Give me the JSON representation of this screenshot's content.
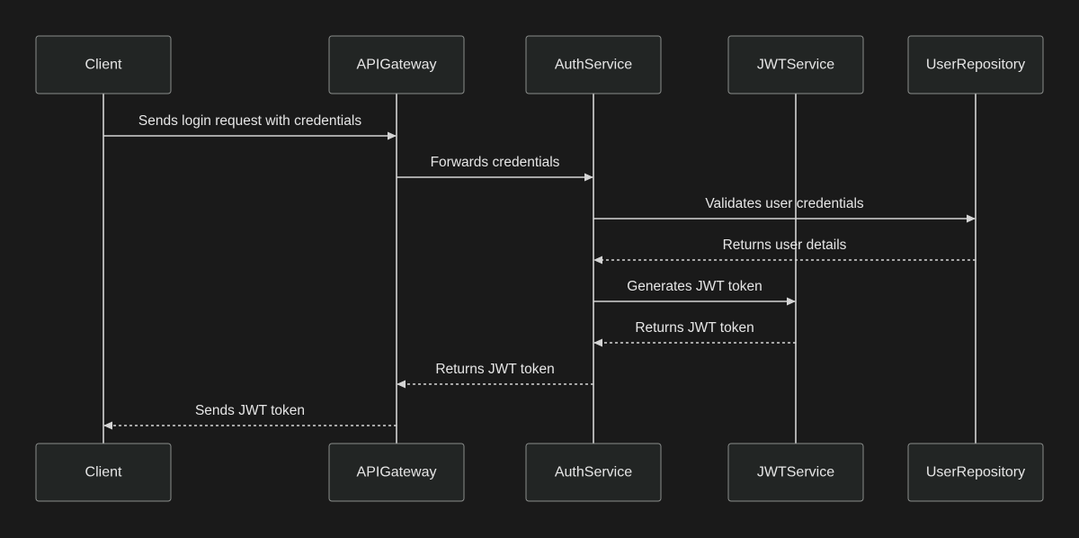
{
  "colors": {
    "background": "#1a1a1a",
    "actor_fill": "#222524",
    "actor_stroke": "#8a8d8b",
    "line": "#d4d4d4",
    "text": "#e6e6e6"
  },
  "participants": [
    {
      "id": "client",
      "label": "Client"
    },
    {
      "id": "apigateway",
      "label": "APIGateway"
    },
    {
      "id": "authservice",
      "label": "AuthService"
    },
    {
      "id": "jwtservice",
      "label": "JWTService"
    },
    {
      "id": "userrepository",
      "label": "UserRepository"
    }
  ],
  "messages": [
    {
      "from": "client",
      "to": "apigateway",
      "label": "Sends login request with credentials",
      "style": "solid"
    },
    {
      "from": "apigateway",
      "to": "authservice",
      "label": "Forwards credentials",
      "style": "solid"
    },
    {
      "from": "authservice",
      "to": "userrepository",
      "label": "Validates user credentials",
      "style": "solid"
    },
    {
      "from": "userrepository",
      "to": "authservice",
      "label": "Returns user details",
      "style": "dashed"
    },
    {
      "from": "authservice",
      "to": "jwtservice",
      "label": "Generates JWT token",
      "style": "solid"
    },
    {
      "from": "jwtservice",
      "to": "authservice",
      "label": "Returns JWT token",
      "style": "dashed"
    },
    {
      "from": "authservice",
      "to": "apigateway",
      "label": "Returns JWT token",
      "style": "dashed"
    },
    {
      "from": "apigateway",
      "to": "client",
      "label": "Sends JWT token",
      "style": "dashed"
    }
  ]
}
